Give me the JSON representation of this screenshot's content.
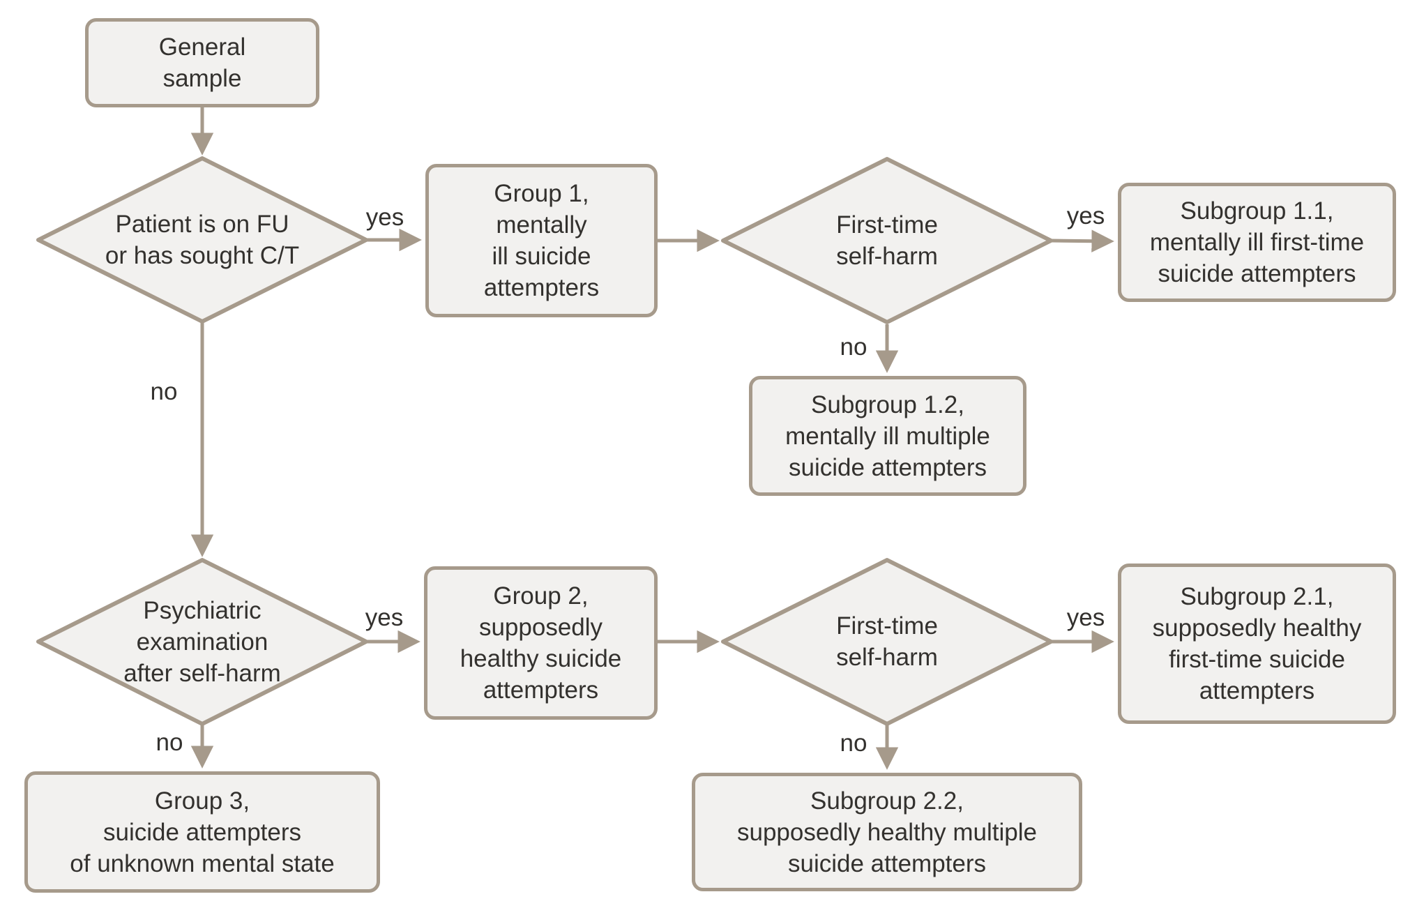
{
  "palette": {
    "stroke": "#a69a8b",
    "fill": "#f2f1ef",
    "text": "#33312e",
    "bg": "#ffffff"
  },
  "nodes": {
    "general_sample": {
      "lines": [
        "General",
        "sample"
      ]
    },
    "decision_fu_ct": {
      "lines": [
        "Patient is on FU",
        "or has sought C/T"
      ]
    },
    "group1": {
      "lines": [
        "Group 1,",
        "mentally",
        "ill suicide",
        "attempters"
      ]
    },
    "decision_first_time_1": {
      "lines": [
        "First-time",
        "self-harm"
      ]
    },
    "subgroup11": {
      "lines": [
        "Subgroup 1.1,",
        "mentally ill first-time",
        "suicide attempters"
      ]
    },
    "subgroup12": {
      "lines": [
        "Subgroup 1.2,",
        "mentally ill multiple",
        "suicide attempters"
      ]
    },
    "decision_psych_exam": {
      "lines": [
        "Psychiatric",
        "examination",
        "after self-harm"
      ]
    },
    "group2": {
      "lines": [
        "Group 2,",
        "supposedly",
        "healthy suicide",
        "attempters"
      ]
    },
    "decision_first_time_2": {
      "lines": [
        "First-time",
        "self-harm"
      ]
    },
    "subgroup21": {
      "lines": [
        "Subgroup 2.1,",
        "supposedly healthy",
        "first-time suicide",
        "attempters"
      ]
    },
    "subgroup22": {
      "lines": [
        "Subgroup 2.2,",
        "supposedly healthy multiple",
        "suicide attempters"
      ]
    },
    "group3": {
      "lines": [
        "Group 3,",
        "suicide attempters",
        "of unknown mental state"
      ]
    }
  },
  "edge_labels": {
    "fu_yes": "yes",
    "fu_no": "no",
    "ft1_yes": "yes",
    "ft1_no": "no",
    "psych_yes": "yes",
    "psych_no": "no",
    "ft2_yes": "yes",
    "ft2_no": "no"
  }
}
